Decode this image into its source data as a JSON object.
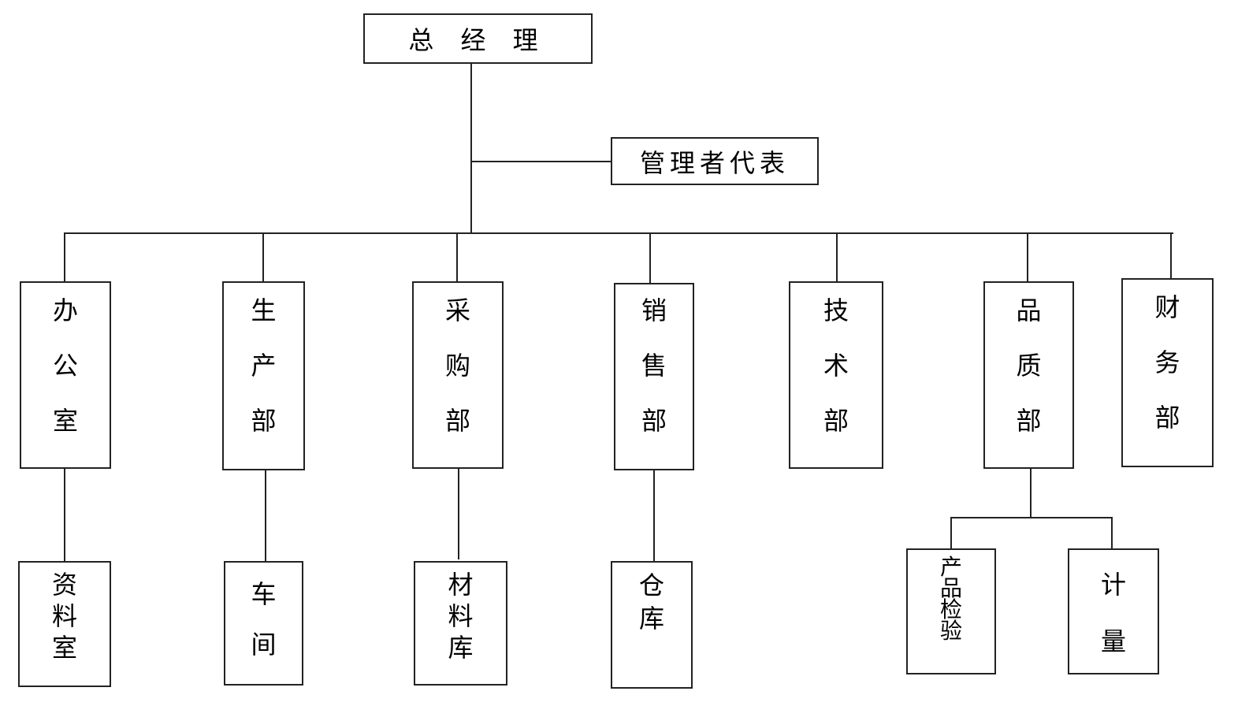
{
  "top": {
    "label": "总 经 理"
  },
  "representative": {
    "label": "管理者代表"
  },
  "departments": [
    {
      "name": "办公室",
      "chars": [
        "办",
        "公",
        "室"
      ]
    },
    {
      "name": "生产部",
      "chars": [
        "生",
        "产",
        "部"
      ]
    },
    {
      "name": "采购部",
      "chars": [
        "采",
        "购",
        "部"
      ]
    },
    {
      "name": "销售部",
      "chars": [
        "销",
        "售",
        "部"
      ]
    },
    {
      "name": "技术部",
      "chars": [
        "技",
        "术",
        "部"
      ]
    },
    {
      "name": "品质部",
      "chars": [
        "品",
        "质",
        "部"
      ]
    },
    {
      "name": "财务部",
      "chars": [
        "财",
        "务",
        "部"
      ]
    }
  ],
  "subunits": [
    {
      "name": "资料室",
      "parent": "办公室",
      "chars": [
        "资",
        "料",
        "室"
      ]
    },
    {
      "name": "车间",
      "parent": "生产部",
      "chars": [
        "车",
        "间"
      ]
    },
    {
      "name": "材料库",
      "parent": "采购部",
      "chars": [
        "材",
        "料",
        "库"
      ]
    },
    {
      "name": "仓库",
      "parent": "销售部",
      "chars": [
        "仓",
        "库"
      ]
    },
    {
      "name": "产品检验",
      "parent": "品质部",
      "chars": [
        "产",
        "品",
        "检",
        "验"
      ]
    },
    {
      "name": "计量",
      "parent": "品质部",
      "chars": [
        "计",
        "量"
      ]
    }
  ]
}
